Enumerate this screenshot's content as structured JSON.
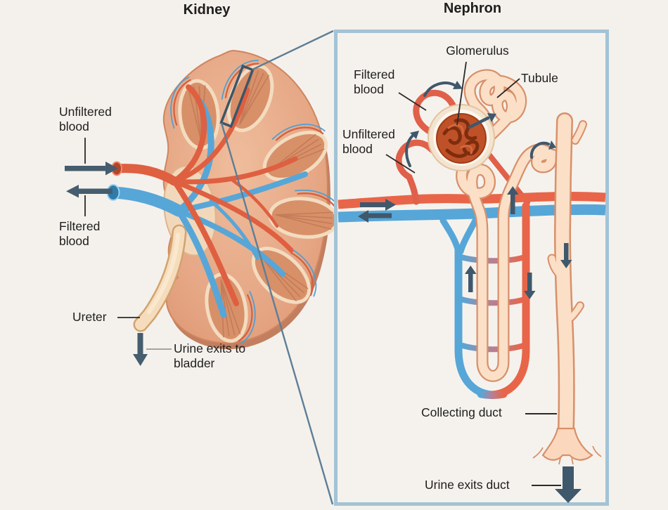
{
  "left_panel": {
    "title": "Kidney",
    "labels": {
      "unfiltered_blood": "Unfiltered blood",
      "filtered_blood": "Filtered blood",
      "ureter": "Ureter",
      "urine_exits_bladder": "Urine exits to bladder"
    }
  },
  "right_panel": {
    "title": "Nephron",
    "labels": {
      "glomerulus": "Glomerulus",
      "filtered_blood": "Filtered blood",
      "unfiltered_blood": "Unfiltered blood",
      "tubule": "Tubule",
      "collecting_duct": "Collecting duct",
      "urine_exits_duct": "Urine exits duct"
    }
  },
  "colors": {
    "background": "#f4f1ec",
    "artery_red": "#e0604a",
    "vein_blue": "#57a6d8",
    "tubule_fill": "#fbdfc7",
    "tubule_outline": "#d8906a",
    "glomerulus_ball": "#bf5128",
    "flow_arrow_dark": "#3f586b",
    "panel_border": "#a3c3d5",
    "connector_line": "#5e7e96",
    "label_text": "#1e1e1e"
  }
}
